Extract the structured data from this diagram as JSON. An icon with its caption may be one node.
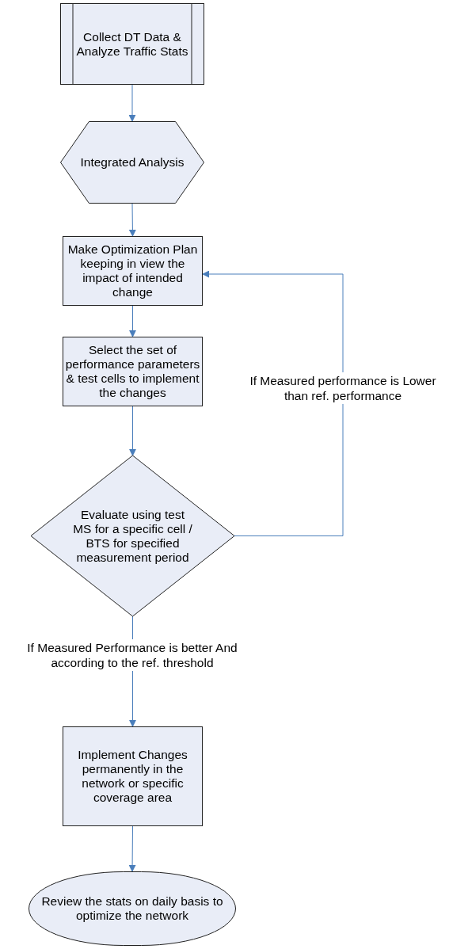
{
  "diagram": {
    "nodes": [
      {
        "text": [
          "Collect DT Data & Analyze Traffic Stats"
        ]
      },
      {
        "text": [
          "Integrated Analysis"
        ]
      },
      {
        "text": [
          "Make Optimization Plan keeping in view the impact of intended change"
        ]
      },
      {
        "text": [
          "Select the set of performance parameters & test cells to implement the changes"
        ]
      },
      {
        "text": [
          "Evaluate using test MS for a specific cell / BTS for specified measurement period"
        ]
      },
      {
        "text": [
          "Implement Changes permanently in the network or specific coverage area"
        ]
      },
      {
        "text": [
          "Review the stats on daily basis to optimize the network"
        ]
      }
    ],
    "edges": [
      {
        "from": 0,
        "to": 1,
        "arrow": "to"
      },
      {
        "from": 1,
        "to": 2,
        "arrow": "to"
      },
      {
        "from": 2,
        "to": 3,
        "arrow": "to"
      },
      {
        "from": 3,
        "to": 4,
        "arrow": "to"
      },
      {
        "from": 4,
        "to": 2,
        "arrow": "to",
        "label": "If Measured performance is Lower than ref. performance"
      },
      {
        "from": 4,
        "to": 5,
        "arrow": "to",
        "label": "If Measured Performance is better And according to the ref. threshold"
      },
      {
        "from": 5,
        "to": 6,
        "arrow": "to"
      }
    ]
  }
}
